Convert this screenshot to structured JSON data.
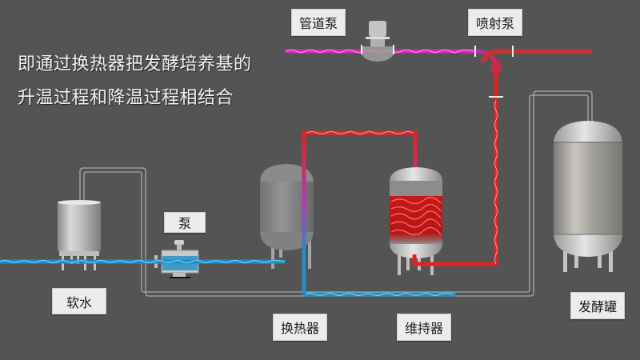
{
  "description": {
    "line1": "即通过换热器把发酵培养基的",
    "line2": "升温过程和降温过程相结合"
  },
  "components": {
    "soft_water": {
      "label": "软水"
    },
    "pump": {
      "label": "泵"
    },
    "heat_exchanger": {
      "label": "换热器"
    },
    "holder": {
      "label": "维持器"
    },
    "pipeline_pump": {
      "label": "管道泵"
    },
    "jet_pump": {
      "label": "喷射泵"
    },
    "fermenter": {
      "label": "发酵罐"
    }
  },
  "colors": {
    "background": "#545454",
    "cold_flow": "#1f8fc4",
    "hot_flow": "#e02424",
    "mixed_flow": "#d12ab8",
    "pipe_outline": "#b8b8b8",
    "label_bg": "#ececec"
  }
}
